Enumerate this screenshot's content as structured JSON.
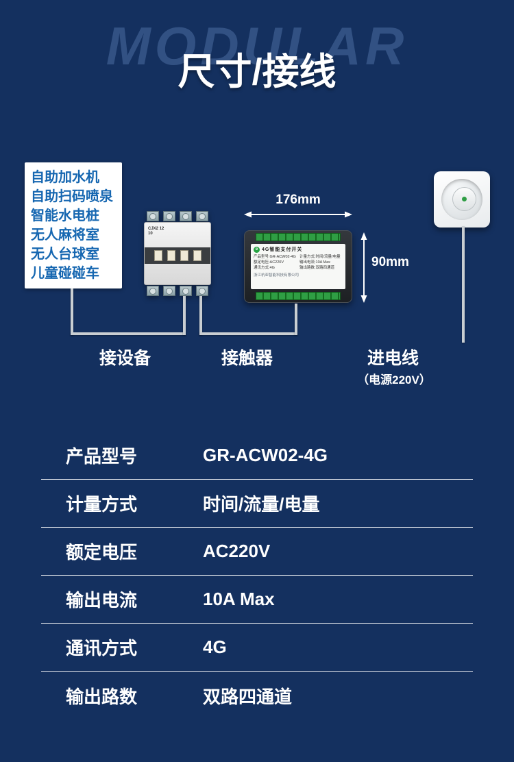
{
  "header": {
    "watermark": "MODULAR",
    "title": "尺寸/接线"
  },
  "applications": {
    "items": [
      "自助加水机",
      "自助扫码喷泉",
      "智能水电桩",
      "无人麻将室",
      "无人台球室",
      "儿童碰碰车"
    ]
  },
  "diagram": {
    "width_dimension": "176mm",
    "height_dimension": "90mm",
    "contactor_text": "CJX2 12 10",
    "wire_labels": {
      "device": "接设备",
      "contactor": "接触器",
      "power_in": "进电线",
      "power_note": "（电源220V）"
    },
    "device_label": {
      "logo": "e",
      "title": "4G智能支付开关",
      "left_lines": [
        "产品型号:GR-ACW02-4G",
        "额定电压:AC220V",
        "通讯方式:4G"
      ],
      "right_lines": [
        "计量方式:时间/流量/电量",
        "输出电流:10A Max",
        "输出路数:双路四通道"
      ],
      "company": "浙江杭亚智能科技有限公司"
    }
  },
  "spec_table": {
    "rows": [
      {
        "label": "产品型号",
        "value": "GR-ACW02-4G"
      },
      {
        "label": "计量方式",
        "value": "时间/流量/电量"
      },
      {
        "label": "额定电压",
        "value": "AC220V"
      },
      {
        "label": "输出电流",
        "value": "10A Max"
      },
      {
        "label": "通讯方式",
        "value": "4G"
      },
      {
        "label": "输出路数",
        "value": "双路四通道"
      }
    ]
  },
  "colors": {
    "background": "#14305f",
    "terminal_green": "#2f9e44",
    "application_text_blue": "#1667b1",
    "wire_gray": "#c9ced2"
  }
}
